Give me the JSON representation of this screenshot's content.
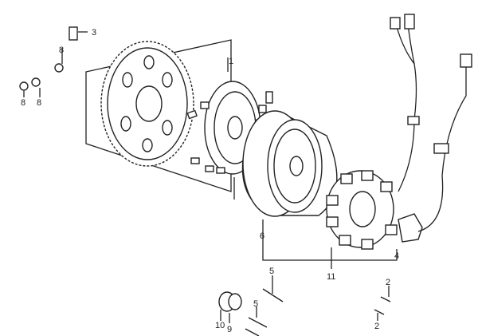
{
  "diagram": {
    "title": "Flywheel / Starter Clutch / Stator exploded parts view",
    "callouts": {
      "c1": "1",
      "c2a": "2",
      "c2b": "2",
      "c3": "3",
      "c4": "4",
      "c5a": "5",
      "c5b": "5",
      "c6": "6",
      "c8a": "8",
      "c8b": "8",
      "c8c": "8",
      "c9": "9",
      "c10": "10",
      "c11": "11"
    },
    "colors": {
      "line": "#222222",
      "background": "#ffffff"
    }
  }
}
